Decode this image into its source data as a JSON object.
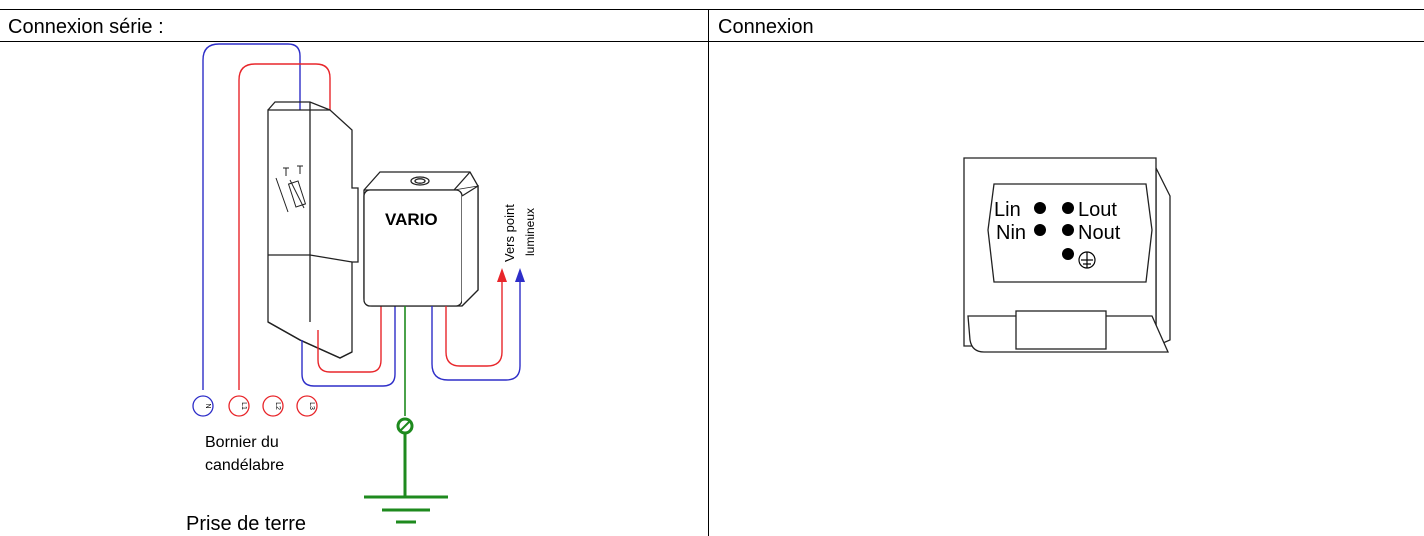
{
  "table": {
    "left_header": "Connexion série :",
    "right_header": "Connexion"
  },
  "wiring": {
    "module_label": "VARIO",
    "output_label_line1": "Vers point",
    "output_label_line2": "lumineux",
    "terminals": [
      "N",
      "L1",
      "L2",
      "L3"
    ],
    "terminal_block_line1": "Bornier du",
    "terminal_block_line2": "candélabre",
    "ground_label": "Prise de terre",
    "colors": {
      "phase": "#e8262b",
      "neutral": "#2e2ec8",
      "earth": "#1e8a1e"
    }
  },
  "connector": {
    "lin": "Lin",
    "nin": "Nin",
    "lout": "Lout",
    "nout": "Nout"
  }
}
